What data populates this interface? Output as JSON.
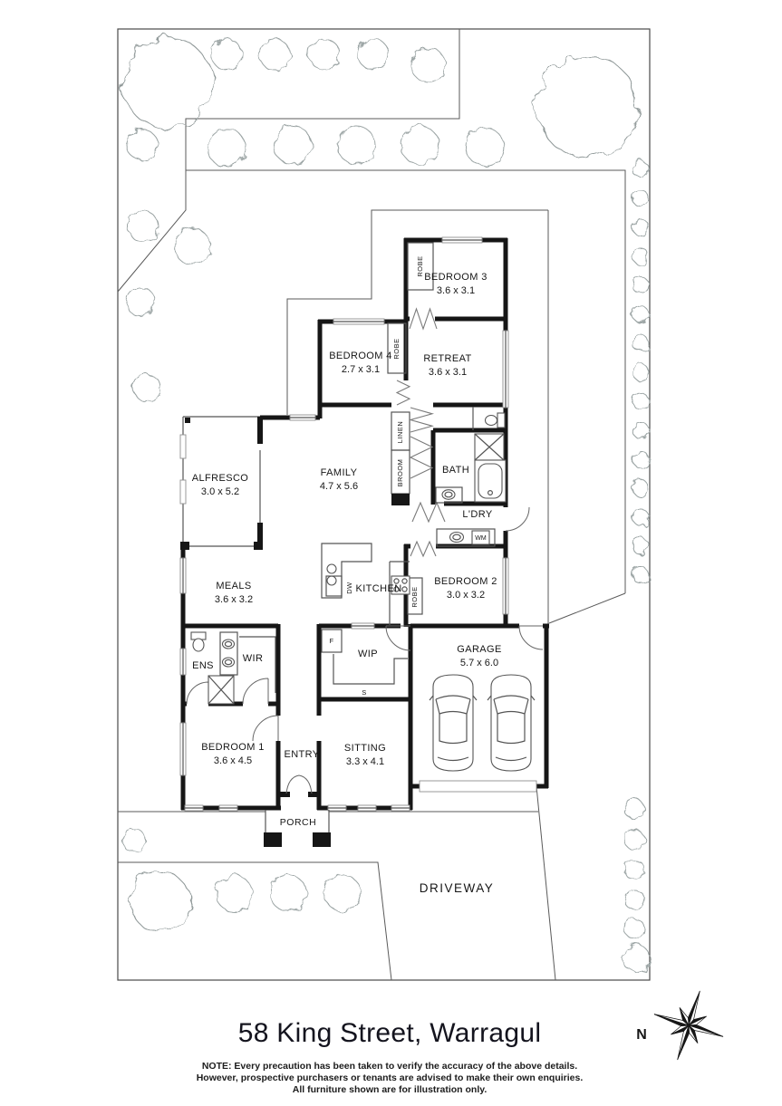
{
  "footer": {
    "title": "58 King Street, Warragul",
    "note_line1": "NOTE: Every precaution has been taken to verify the accuracy of the above details.",
    "note_line2": "However, prospective purchasers or tenants are advised to make their own enquiries.",
    "note_line3": "All furniture shown are for illustration only."
  },
  "compass": {
    "north": "N"
  },
  "rooms": {
    "bedroom3": {
      "name": "BEDROOM 3",
      "dims": "3.6 x 3.1"
    },
    "retreat": {
      "name": "RETREAT",
      "dims": "3.6 x 3.1"
    },
    "bedroom4": {
      "name": "BEDROOM 4",
      "dims": "2.7 x 3.1"
    },
    "family": {
      "name": "FAMILY",
      "dims": "4.7 x 5.6"
    },
    "alfresco": {
      "name": "ALFRESCO",
      "dims": "3.0 x 5.2"
    },
    "bath": {
      "name": "BATH"
    },
    "ldry": {
      "name": "L'DRY"
    },
    "meals": {
      "name": "MEALS",
      "dims": "3.6 x 3.2"
    },
    "kitchen": {
      "name": "KITCHEN"
    },
    "bedroom2": {
      "name": "BEDROOM 2",
      "dims": "3.0 x 3.2"
    },
    "ens": {
      "name": "ENS"
    },
    "wir": {
      "name": "WIR"
    },
    "wip": {
      "name": "WIP"
    },
    "garage": {
      "name": "GARAGE",
      "dims": "5.7 x 6.0"
    },
    "bedroom1": {
      "name": "BEDROOM 1",
      "dims": "3.6 x 4.5"
    },
    "entry": {
      "name": "ENTRY"
    },
    "sitting": {
      "name": "SITTING",
      "dims": "3.3 x 4.1"
    },
    "porch": {
      "name": "PORCH"
    },
    "driveway": {
      "name": "DRIVEWAY"
    }
  },
  "fixtures": {
    "robe": "ROBE",
    "linen": "LINEN",
    "broom": "BROOM",
    "wm": "WM",
    "dw": "DW",
    "fridge": "F",
    "shelf": "S"
  },
  "colors": {
    "walls": "#161616",
    "bushes": "#9aa3a3",
    "big_trees": "#8e9797",
    "boundary": "#4a4a4a",
    "text": "#161616",
    "title": "#14141e"
  }
}
